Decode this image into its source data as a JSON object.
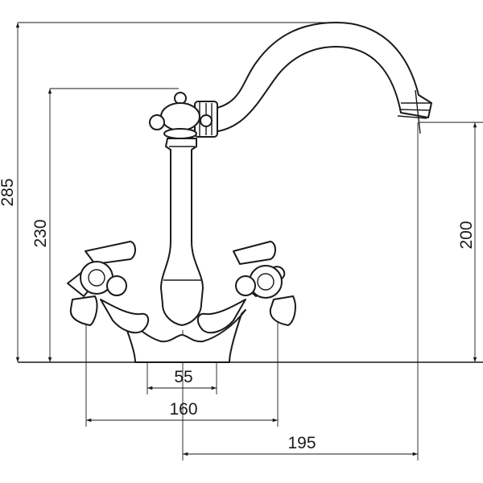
{
  "dimensions": {
    "overall_height": "285",
    "handle_height": "230",
    "spout_height": "200",
    "inlet_spacing": "55",
    "handle_span": "160",
    "spout_reach": "195"
  }
}
